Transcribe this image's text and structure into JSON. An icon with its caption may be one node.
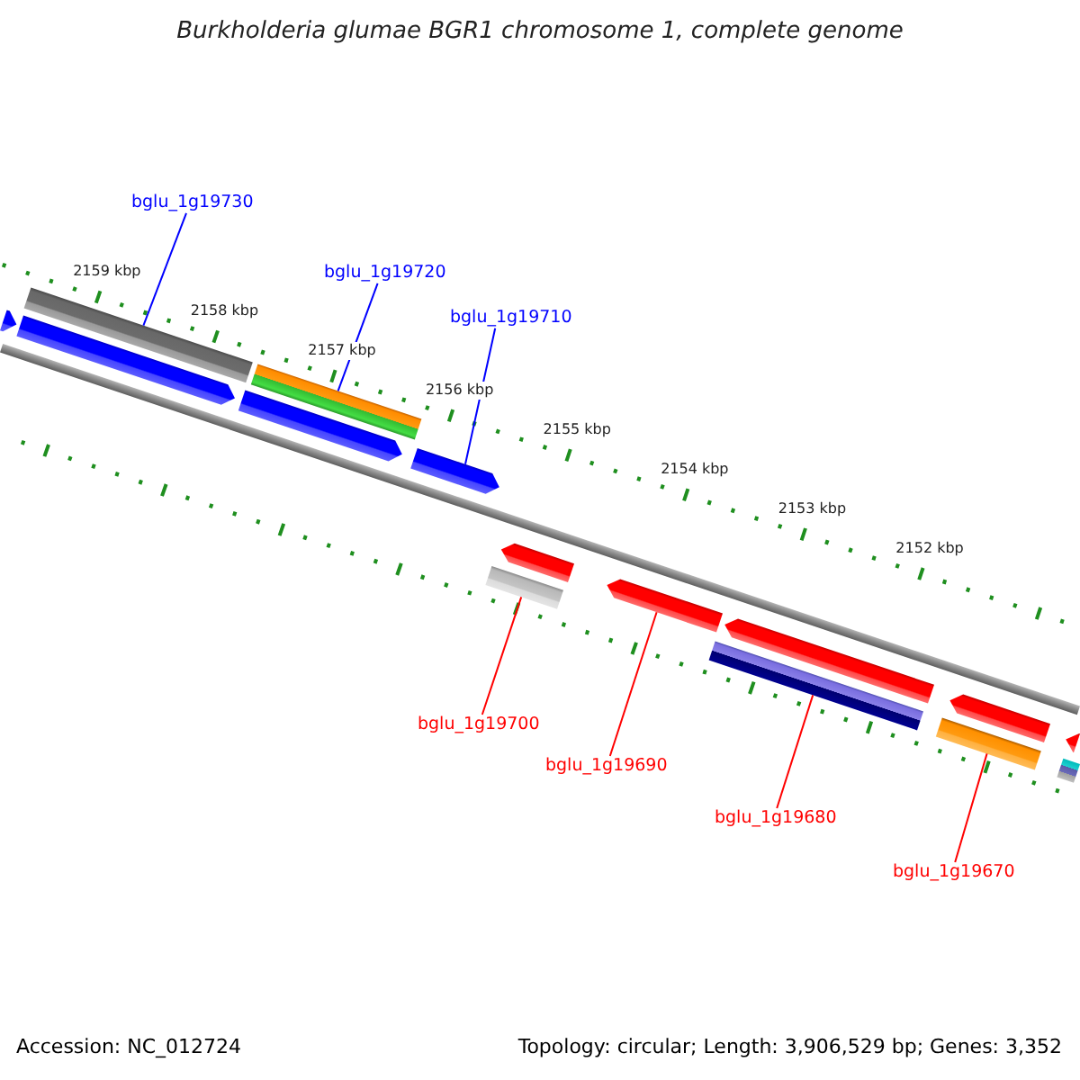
{
  "diagram": {
    "title": "Burkholderia glumae BGR1 chromosome 1, complete genome",
    "nodes": [
      {
        "text": [
          "bglu_1g19730"
        ]
      },
      {
        "text": [
          "bglu_1g19720"
        ]
      },
      {
        "text": [
          "bglu_1g19710"
        ]
      },
      {
        "text": [],
        "shape": "bar"
      },
      {
        "text": [],
        "shape": "bar"
      },
      {
        "text": [],
        "shape": "bar"
      },
      {
        "text": [],
        "shape": "bar"
      },
      {
        "text": [],
        "shape": "bar"
      },
      {
        "text": [],
        "shape": "bar"
      },
      {
        "text": [],
        "shape": "bar"
      },
      {
        "text": [],
        "shape": "bar"
      },
      {
        "text": [],
        "shape": "bar"
      },
      {
        "text": [],
        "shape": "bar"
      },
      {
        "text": [],
        "shape": "bar"
      },
      {
        "text": [],
        "shape": "bar"
      },
      {
        "text": [],
        "shape": "bar"
      },
      {
        "text": [],
        "shape": "bar"
      },
      {
        "text": [],
        "shape": "bar"
      },
      {
        "text": [
          "bglu_1g19700"
        ]
      },
      {
        "text": [
          "bglu_1g19690"
        ]
      },
      {
        "text": [
          "bglu_1g19680"
        ]
      },
      {
        "text": [
          "bglu_1g19670"
        ]
      }
    ],
    "edges": [
      {
        "from": 0,
        "to": 4,
        "arrow": "none",
        "color": "#0000ff"
      },
      {
        "from": 1,
        "to": 6,
        "arrow": "none",
        "color": "#0000ff"
      },
      {
        "from": 2,
        "to": 8,
        "arrow": "none",
        "color": "#0000ff"
      },
      {
        "from": 18,
        "to": 10,
        "arrow": "none",
        "color": "#ff0000"
      },
      {
        "from": 19,
        "to": 11,
        "arrow": "none",
        "color": "#ff0000"
      },
      {
        "from": 20,
        "to": 13,
        "arrow": "none",
        "color": "#ff0000"
      },
      {
        "from": 21,
        "to": 15,
        "arrow": "none",
        "color": "#ff0000"
      }
    ],
    "labels": [
      "2159 kbp",
      "2158 kbp",
      "2157 kbp",
      "2156 kbp",
      "2155 kbp",
      "2154 kbp",
      "2153 kbp",
      "2152 kbp",
      "Accession: NC_012724",
      "Topology: circular; Length: 3,906,529 bp; Genes: 3,352"
    ]
  }
}
